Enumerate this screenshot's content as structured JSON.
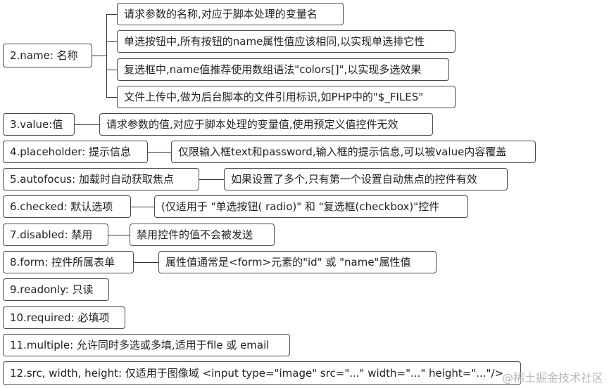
{
  "nodes": [
    {
      "label": "2.name: 名称",
      "children": [
        "请求参数的名称,对应于脚本处理的变量名",
        "单选按钮中,所有按钮的name属性值应该相同,以实现单选排它性",
        "复选框中,name值推荐使用数组语法\"colors[]\",以实现多选效果",
        "文件上传中,做为后台脚本的文件引用标识,如PHP中的\"$_FILES\""
      ]
    },
    {
      "label": "3.value:值",
      "children": [
        "请求参数的值,对应于脚本处理的变量值,使用预定义值控件无效"
      ]
    },
    {
      "label": "4.placeholder: 提示信息",
      "children": [
        "仅限输入框text和password,输入框的提示信息,可以被value内容覆盖"
      ]
    },
    {
      "label": "5.autofocus: 加载时自动获取焦点",
      "children": [
        "如果设置了多个,只有第一个设置自动焦点的控件有效"
      ]
    },
    {
      "label": "6.checked: 默认选项",
      "children": [
        "(仅适用于 \"单选按钮( radio)\" 和 \"复选框(checkbox)\"控件"
      ]
    },
    {
      "label": "7.disabled: 禁用",
      "children": [
        "禁用控件的值不会被发送"
      ]
    },
    {
      "label": "8.form: 控件所属表单",
      "children": [
        "属性值通常是<form>元素的\"id\" 或 \"name\"属性值"
      ]
    },
    {
      "label": "9.readonly: 只读",
      "children": []
    },
    {
      "label": "10.required: 必填项",
      "children": []
    },
    {
      "label": "11.multiple: 允许同时多选或多填,适用于file 或 email",
      "children": []
    },
    {
      "label": "12.src, width, height: 仅适用于图像域 <input type=\"image\" src=\"...\" width=\"...\" height=\"...\"/>",
      "children": []
    }
  ],
  "watermark": "@稀土掘金技术社区"
}
